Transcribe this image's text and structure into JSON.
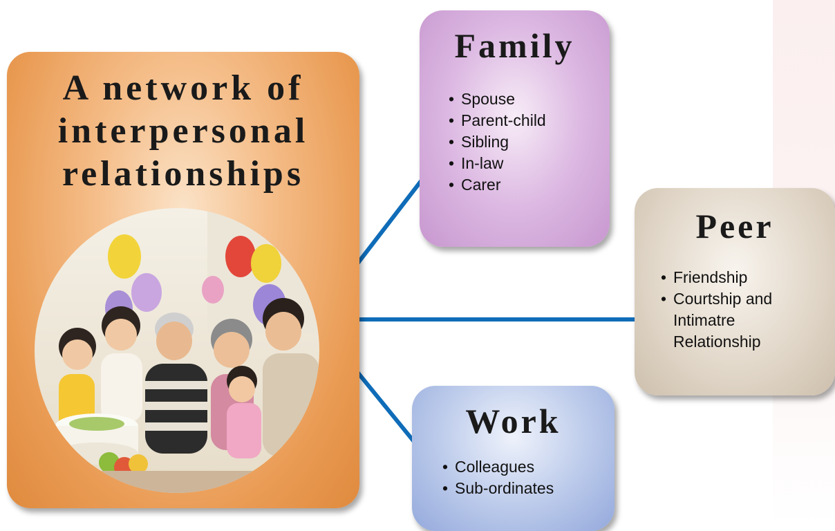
{
  "main": {
    "title_lines": [
      "A network of",
      "interpersonal",
      "relationships"
    ],
    "photo": "family-birthday-party-photo"
  },
  "branches": {
    "family": {
      "title": "Family",
      "items": [
        "Spouse",
        "Parent-child",
        "Sibling",
        "In-law",
        "Carer"
      ],
      "color": "#d4aadb"
    },
    "peer": {
      "title": "Peer",
      "items": [
        "Friendship",
        "Courtship and",
        "Intimatre",
        "Relationship"
      ],
      "color": "#dcd1c2"
    },
    "work": {
      "title": "Work",
      "items": [
        "Colleagues",
        "Sub-ordinates"
      ],
      "color": "#b1c1e6"
    }
  },
  "colors": {
    "main_box": "#e99a52",
    "connector": "#0f6cb8",
    "side_strip": "#fbefef"
  }
}
